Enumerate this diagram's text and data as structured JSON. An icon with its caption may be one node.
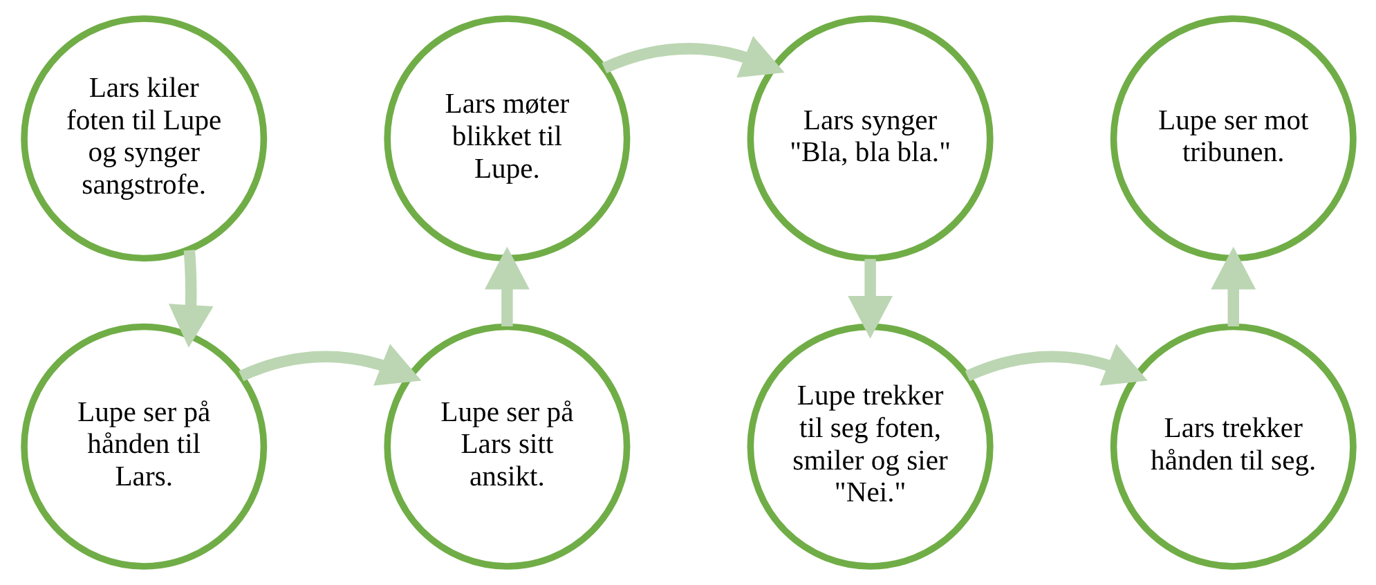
{
  "diagram": {
    "nodes": [
      {
        "text": [
          "Lars kiler foten til Lupe og synger sangstrofe."
        ]
      },
      {
        "text": [
          "Lupe ser på hånden til Lars."
        ]
      },
      {
        "text": [
          "Lupe ser på Lars sitt ansikt."
        ]
      },
      {
        "text": [
          "Lars møter blikket til Lupe."
        ]
      },
      {
        "text": [
          "Lars synger \"Bla, bla bla.\""
        ]
      },
      {
        "text": [
          "Lupe trekker til seg foten, smiler og sier \"Nei.\""
        ]
      },
      {
        "text": [
          "Lars trekker hånden til seg."
        ]
      },
      {
        "text": [
          "Lupe ser mot tribunen."
        ]
      }
    ],
    "edges": [
      {
        "from": 0,
        "to": 1,
        "arrow": "to"
      },
      {
        "from": 1,
        "to": 2,
        "arrow": "to"
      },
      {
        "from": 2,
        "to": 3,
        "arrow": "to"
      },
      {
        "from": 3,
        "to": 4,
        "arrow": "to"
      },
      {
        "from": 4,
        "to": 5,
        "arrow": "to"
      },
      {
        "from": 5,
        "to": 6,
        "arrow": "to"
      },
      {
        "from": 6,
        "to": 7,
        "arrow": "to"
      }
    ]
  }
}
